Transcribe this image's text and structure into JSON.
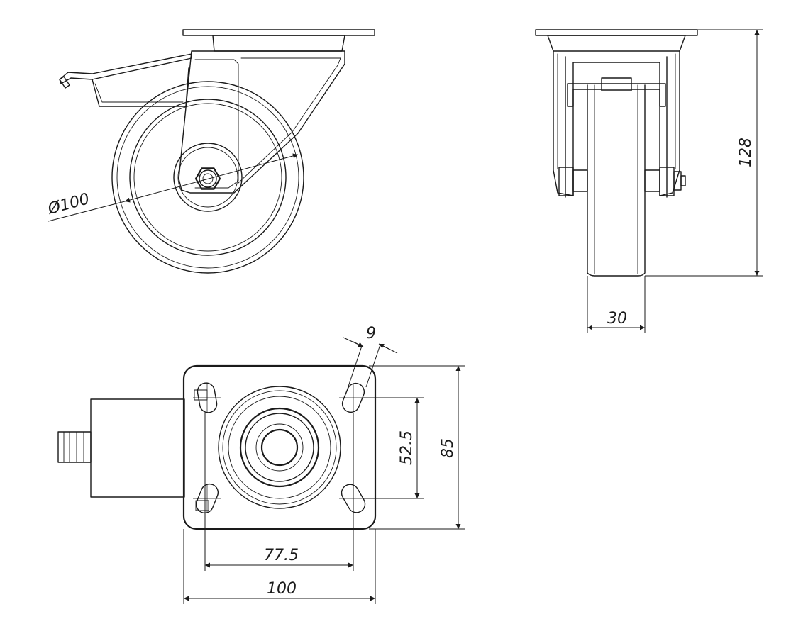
{
  "dimensions": {
    "wheel_diameter": "Ø100",
    "total_height": "128",
    "wheel_width": "30",
    "slot_width": "9",
    "hole_spacing_short": "52.5",
    "plate_depth": "85",
    "hole_spacing_long": "77.5",
    "plate_width": "100"
  },
  "colors": {
    "line": "#1a1a1a",
    "background": "#ffffff"
  }
}
